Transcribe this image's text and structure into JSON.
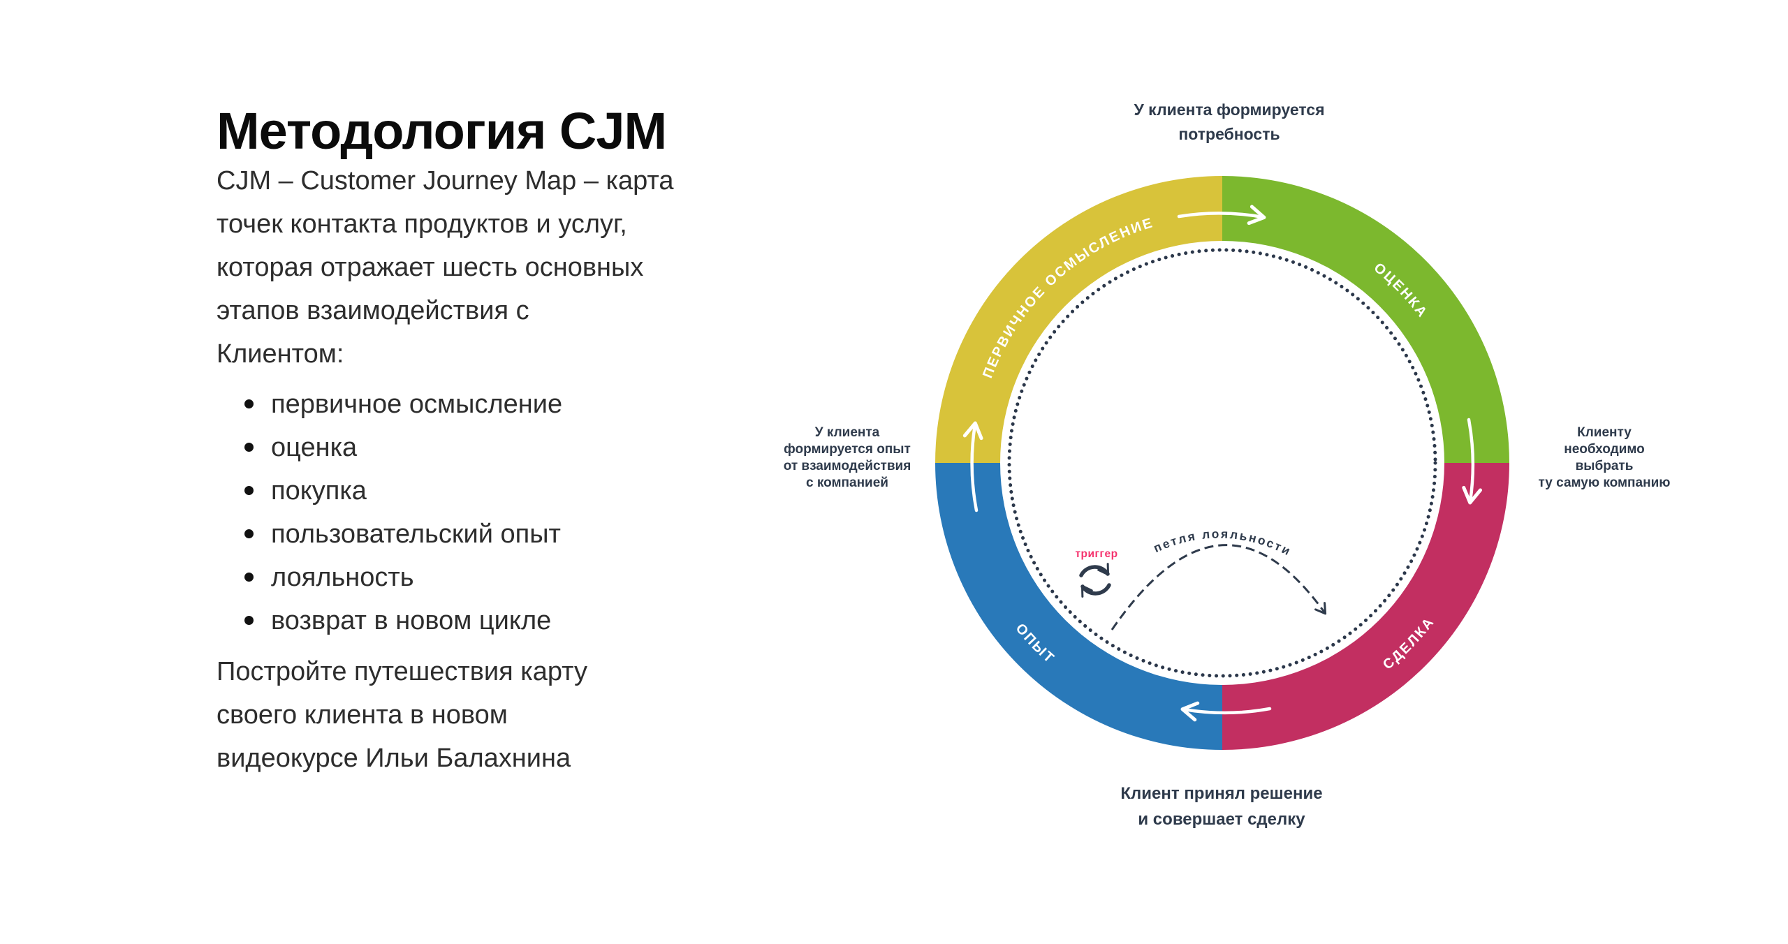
{
  "left_column": {
    "title": "Методология CJM",
    "intro_lines": [
      "CJM – Customer Journey Map – карта",
      "точек контакта продуктов и услуг,",
      "которая отражает шесть основных",
      "этапов взаимодействия с",
      "Клиентом:"
    ],
    "bullets": [
      "первичное осмысление",
      "оценка",
      "покупка",
      "пользовательский опыт",
      "лояльность",
      "возврат в новом цикле"
    ],
    "outro_lines": [
      "Постройте путешествия карту",
      "своего клиента в новом",
      "видеокурсе Ильи Балахнина"
    ]
  },
  "diagram": {
    "segments": [
      {
        "id": "primary-comprehension",
        "label": "ПЕРВИЧНОЕ ОСМЫСЛЕНИЕ",
        "color": "#d8c33a"
      },
      {
        "id": "evaluation",
        "label": "ОЦЕНКА",
        "color": "#7cb82e"
      },
      {
        "id": "deal",
        "label": "СДЕЛКА",
        "color": "#c22f61"
      },
      {
        "id": "experience",
        "label": "ОПЫТ",
        "color": "#2979b9"
      }
    ],
    "annotations": {
      "top_lines": [
        "У клиента формируется",
        "потребность"
      ],
      "right_lines": [
        "Клиенту",
        "необходимо",
        "выбрать",
        "ту самую компанию"
      ],
      "bottom_lines": [
        "Клиент принял решение",
        "и совершает сделку"
      ],
      "left_lines": [
        "У клиента",
        "формируется опыт",
        "от взаимодействия",
        "с компанией"
      ]
    },
    "loyalty_loop_label": "петля лояльности",
    "trigger_label": "триггер",
    "colors": {
      "annotation_text": "#2e3a4b",
      "dotted_circle": "#2b374a",
      "trigger_accent": "#f5326d",
      "flow_arrows": "#ffffff"
    }
  }
}
